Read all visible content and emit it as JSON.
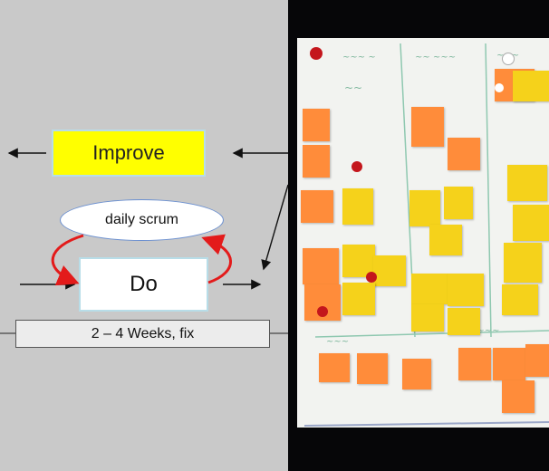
{
  "diagram": {
    "improve_label": "Improve",
    "daily_scrum_label": "daily scrum",
    "do_label": "Do",
    "iteration_label": "2 – 4 Weeks, fix"
  },
  "colors": {
    "improve_fill": "#ffff00",
    "box_border": "#b8dde8",
    "loop_arrow": "#e31b1b",
    "background": "#c9c9c9"
  },
  "photo": {
    "description_icon": "task-board-photo-icon"
  }
}
